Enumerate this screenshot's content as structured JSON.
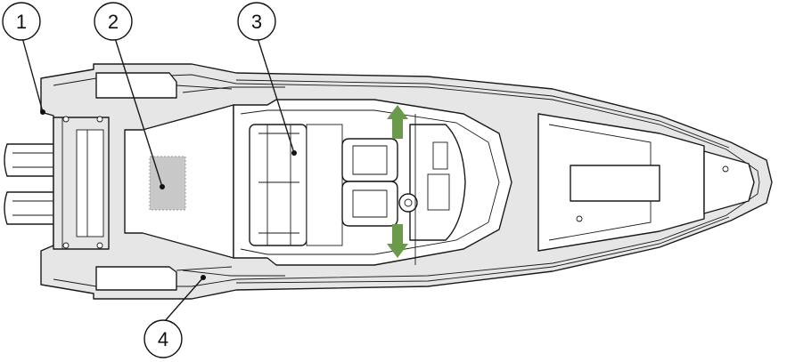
{
  "callouts": [
    {
      "id": "1",
      "label": "1"
    },
    {
      "id": "2",
      "label": "2"
    },
    {
      "id": "3",
      "label": "3"
    },
    {
      "id": "4",
      "label": "4"
    }
  ],
  "colors": {
    "hull_fill": "#e6e6e6",
    "outline": "#1a1a1a",
    "arrow": "#6a9a4a",
    "hatch_area": "#c8c8c8"
  },
  "icons": [
    "outboard-engine-icon",
    "seat-icon",
    "up-arrow-icon",
    "down-arrow-icon",
    "steering-wheel-icon"
  ]
}
